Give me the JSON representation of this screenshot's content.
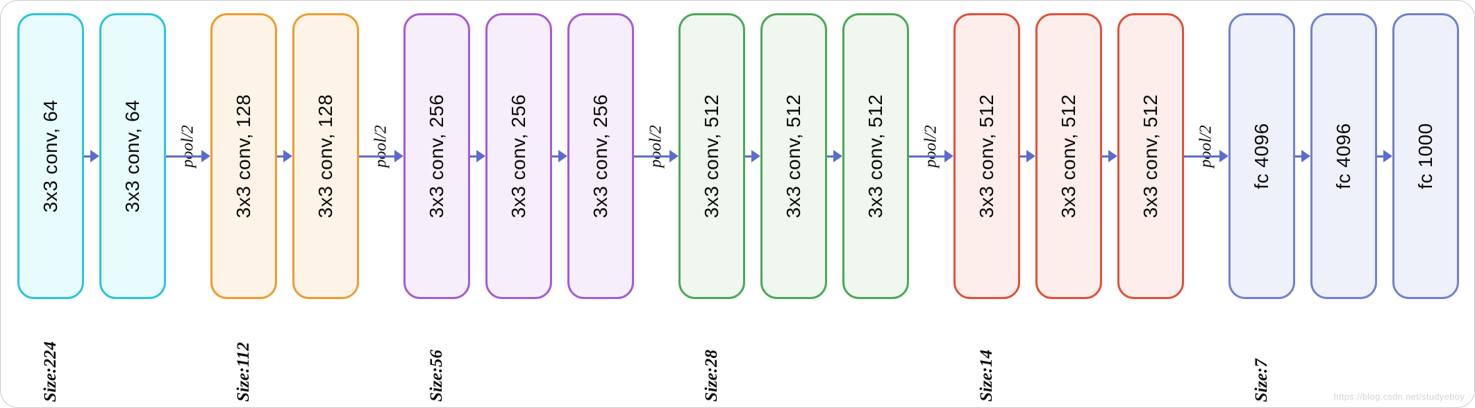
{
  "diagram": {
    "arrow_color": "#5b6ccf",
    "watermark": "https://blog.csdn.net/studyeboy",
    "groups": [
      {
        "size_label": "Size:224",
        "pool_label": "pool/2",
        "border_color": "#2bc5d8",
        "fill_color": "#e8fbfd",
        "blocks": [
          "3x3 conv, 64",
          "3x3 conv, 64"
        ]
      },
      {
        "size_label": "Size:112",
        "pool_label": "pool/2",
        "border_color": "#f09b2f",
        "fill_color": "#fdf4e7",
        "blocks": [
          "3x3 conv, 128",
          "3x3 conv, 128"
        ]
      },
      {
        "size_label": "Size:56",
        "pool_label": "pool/2",
        "border_color": "#a55bd6",
        "fill_color": "#f6eefb",
        "blocks": [
          "3x3 conv, 256",
          "3x3 conv, 256",
          "3x3 conv, 256"
        ]
      },
      {
        "size_label": "Size:28",
        "pool_label": "pool/2",
        "border_color": "#4ca857",
        "fill_color": "#eff7ef",
        "blocks": [
          "3x3 conv, 512",
          "3x3 conv, 512",
          "3x3 conv, 512"
        ]
      },
      {
        "size_label": "Size:14",
        "pool_label": "pool/2",
        "border_color": "#e2503a",
        "fill_color": "#fdeeec",
        "blocks": [
          "3x3 conv, 512",
          "3x3 conv, 512",
          "3x3 conv, 512"
        ]
      },
      {
        "size_label": "Size:7",
        "pool_label": "",
        "border_color": "#7380ce",
        "fill_color": "#eef1fa",
        "blocks": [
          "fc 4096",
          "fc 4096",
          "fc 1000"
        ]
      }
    ]
  }
}
